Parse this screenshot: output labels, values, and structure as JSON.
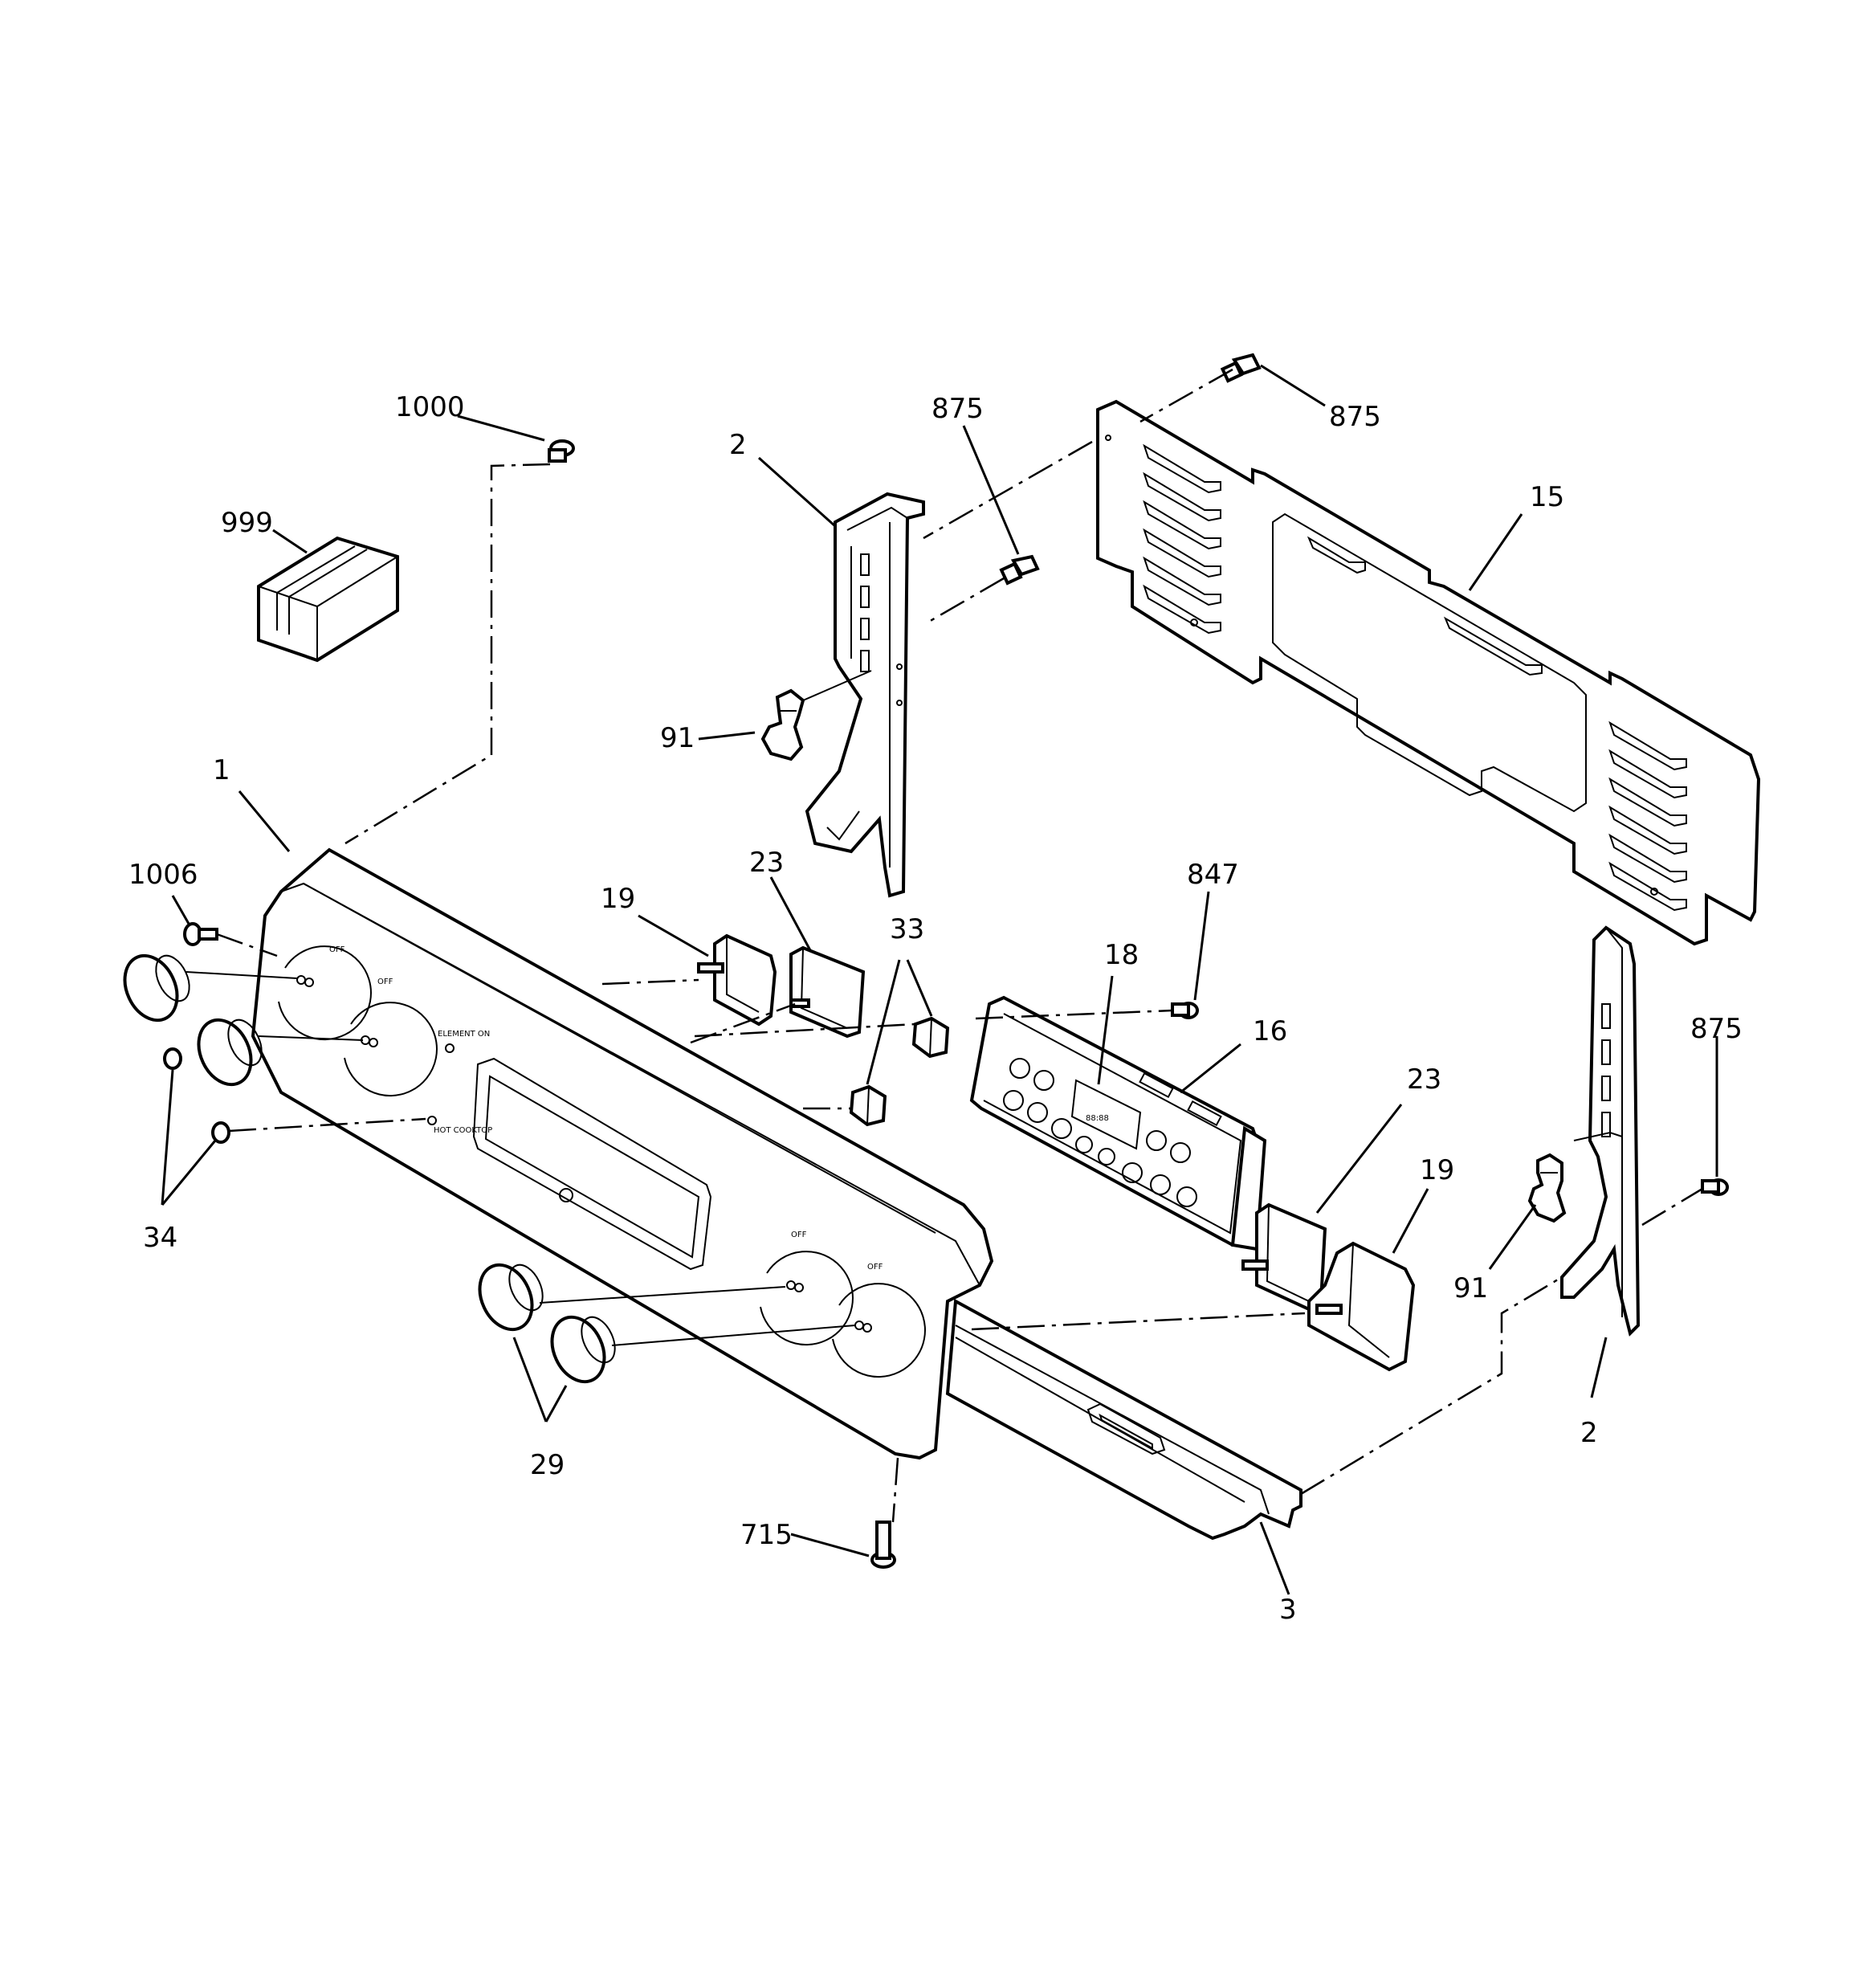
{
  "diagram": {
    "labels": {
      "l1000": "1000",
      "l999": "999",
      "l2a": "2",
      "l875a": "875",
      "l875b": "875",
      "l15": "15",
      "l91a": "91",
      "l1": "1",
      "l1006": "1006",
      "l19a": "19",
      "l23a": "23",
      "l33": "33",
      "l847": "847",
      "l18": "18",
      "l16": "16",
      "l23b": "23",
      "l19b": "19",
      "l875c": "875",
      "l91b": "91",
      "l34": "34",
      "l29": "29",
      "l2b": "2",
      "l715": "715",
      "l3": "3"
    }
  }
}
